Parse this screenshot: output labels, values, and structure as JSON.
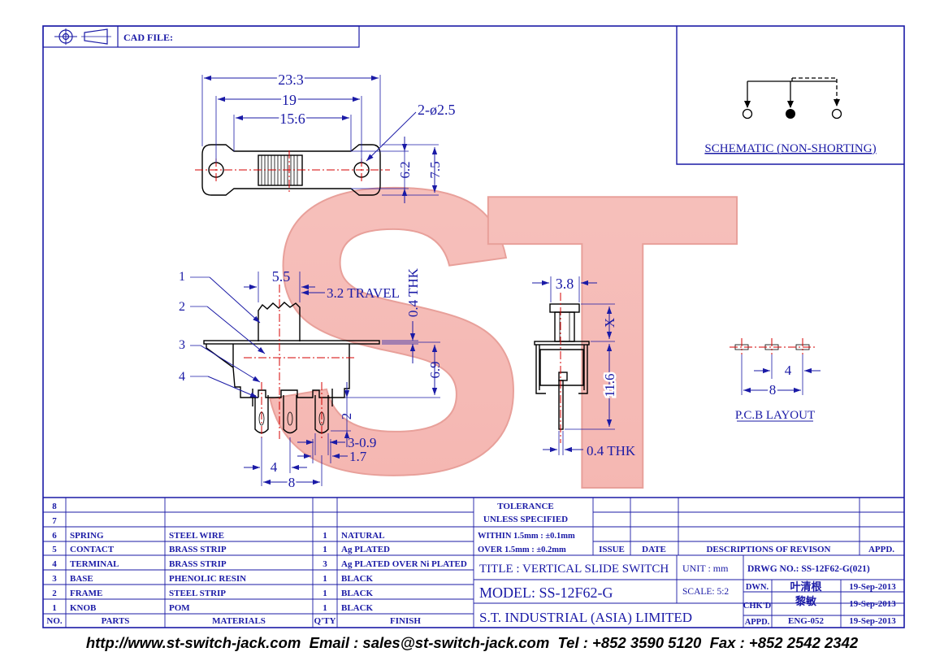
{
  "header": {
    "cad_file_label": "CAD FILE:"
  },
  "watermark": {
    "letters": [
      "S",
      "T"
    ]
  },
  "schematic": {
    "caption": "SCHEMATIC (NON-SHORTING)"
  },
  "top_view": {
    "dims": {
      "overall": "23.3",
      "hole_pitch": "19",
      "body": "15.6",
      "holes": "2-ø2.5",
      "height_inner": "6.2",
      "height_outer": "7.5"
    }
  },
  "front_view": {
    "callouts": [
      "1",
      "2",
      "3",
      "4"
    ],
    "dims": {
      "knob": "5.5",
      "travel": "3.2  TRAVEL",
      "thk": "0.4  THK",
      "height": "6.9",
      "pin_len": "2",
      "pin_w": "3-0.9",
      "pin_gap": "1.7",
      "pitch": "4",
      "span": "8"
    }
  },
  "side_view": {
    "dims": {
      "width": "3.8",
      "x": "X",
      "height": "11.6",
      "thk": "0.4  THK"
    }
  },
  "pcb_layout": {
    "caption": "P.C.B  LAYOUT",
    "dims": {
      "pitch": "4",
      "span": "8"
    }
  },
  "parts_table": {
    "headers": {
      "no": "NO.",
      "parts": "PARTS",
      "materials": "MATERIALS",
      "qty": "Q'TY",
      "finish": "FINISH"
    },
    "rows": [
      {
        "no": "8",
        "part": "",
        "material": "",
        "qty": "",
        "finish": ""
      },
      {
        "no": "7",
        "part": "",
        "material": "",
        "qty": "",
        "finish": ""
      },
      {
        "no": "6",
        "part": "SPRING",
        "material": "STEEL WIRE",
        "qty": "1",
        "finish": "NATURAL"
      },
      {
        "no": "5",
        "part": "CONTACT",
        "material": "BRASS STRIP",
        "qty": "1",
        "finish": "Ag PLATED"
      },
      {
        "no": "4",
        "part": "TERMINAL",
        "material": "BRASS STRIP",
        "qty": "3",
        "finish": "Ag PLATED OVER Ni PLATED"
      },
      {
        "no": "3",
        "part": "BASE",
        "material": "PHENOLIC RESIN",
        "qty": "1",
        "finish": "BLACK"
      },
      {
        "no": "2",
        "part": "FRAME",
        "material": "STEEL STRIP",
        "qty": "1",
        "finish": "BLACK"
      },
      {
        "no": "1",
        "part": "KNOB",
        "material": "POM",
        "qty": "1",
        "finish": "BLACK"
      }
    ]
  },
  "tolerance": {
    "title": "TOLERANCE",
    "subtitle": "UNLESS   SPECIFIED",
    "line1": "WITHIN  1.5mm : ±0.1mm",
    "line2": "OVER     1.5mm : ±0.2mm"
  },
  "revision": {
    "issue": "ISSUE",
    "date": "DATE",
    "desc": "DESCRIPTIONS OF REVISON",
    "appd": "APPD."
  },
  "title_block": {
    "title": "TITLE : VERTICAL SLIDE SWITCH",
    "unit": "UNIT :   mm",
    "drwg_no": "DRWG NO.: SS-12F62-G(021)",
    "model": "MODEL: SS-12F62-G",
    "scale": "SCALE:   5:2",
    "company": "S.T.  INDUSTRIAL  (ASIA)  LIMITED",
    "sign": [
      {
        "role": "DWN.",
        "name": "叶清根",
        "date": "19-Sep-2013"
      },
      {
        "role": "CHK'D",
        "name": "黎敏",
        "date": "19-Sep-2013"
      },
      {
        "role": "APPD.",
        "name": "ENG-052",
        "date": "19-Sep-2013"
      }
    ]
  },
  "footer": "http://www.st-switch-jack.com  Email : sales@st-switch-jack.com  Tel : +852 3590 5120  Fax : +852 2542 2342"
}
